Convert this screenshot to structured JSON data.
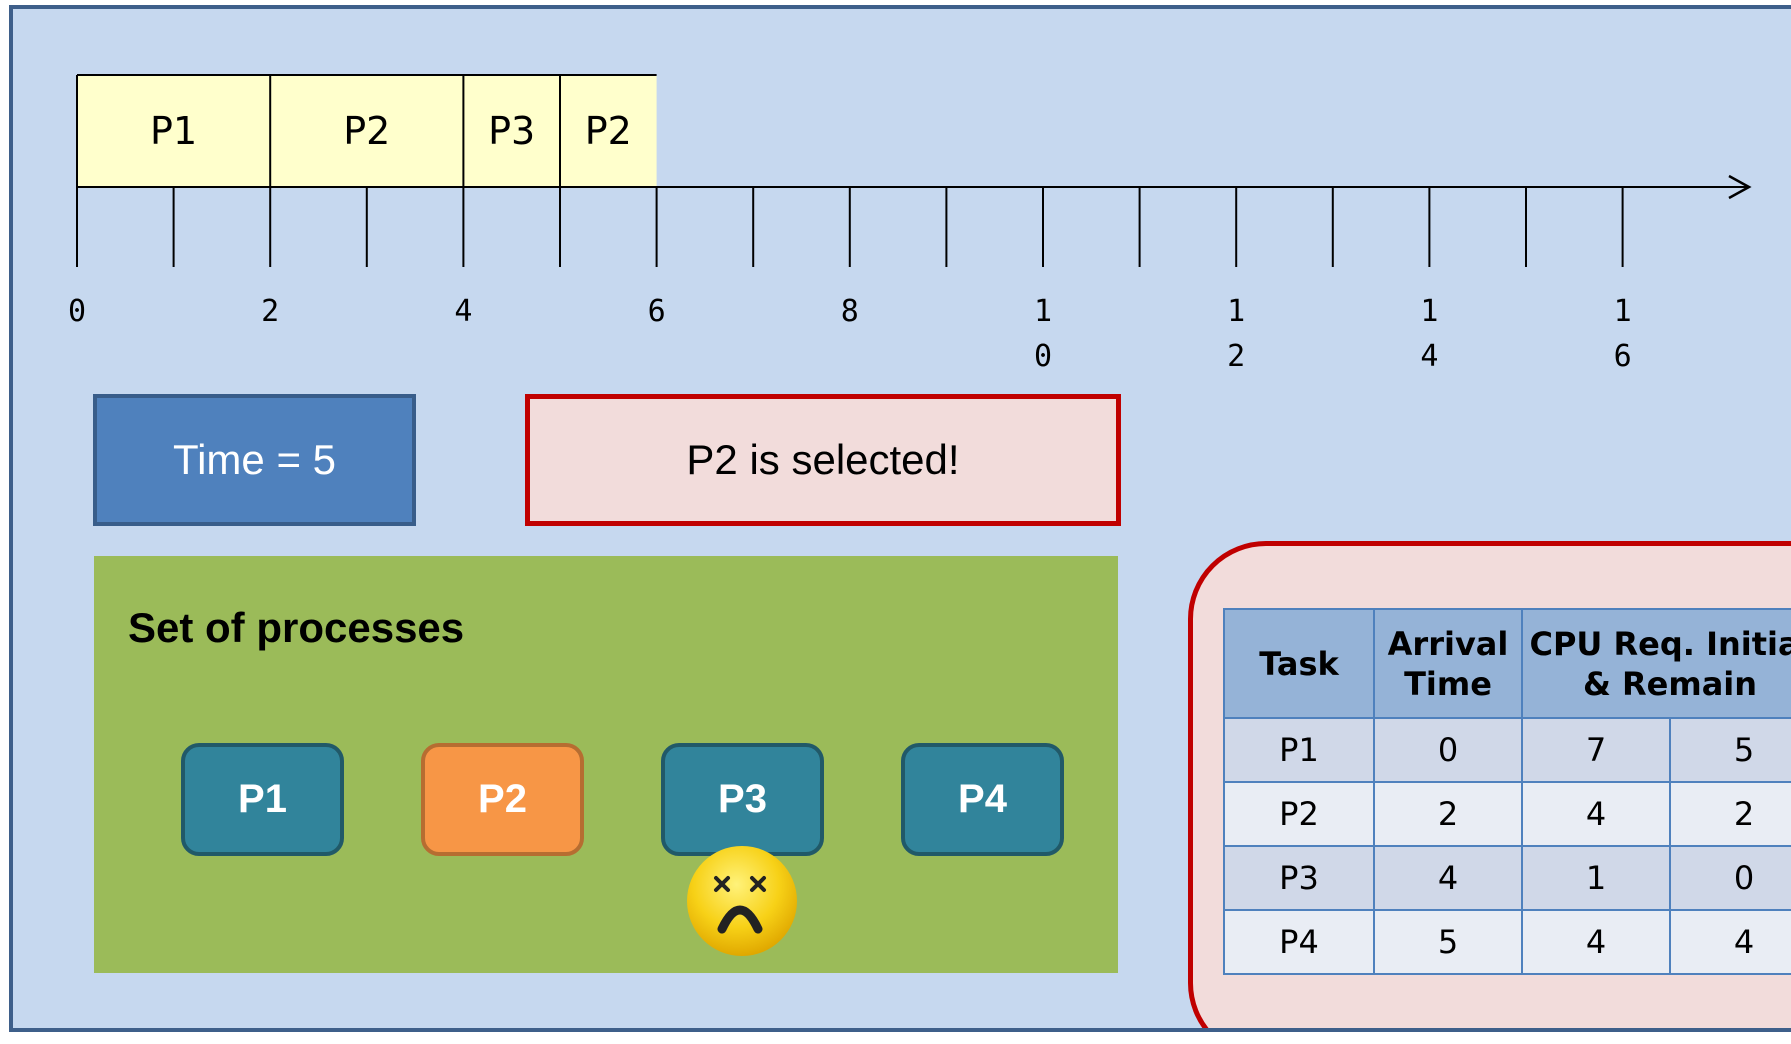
{
  "gantt": {
    "segments": [
      {
        "label": "P1",
        "start": 0,
        "end": 2
      },
      {
        "label": "P2",
        "start": 2,
        "end": 4
      },
      {
        "label": "P3",
        "start": 4,
        "end": 5
      },
      {
        "label": "P2",
        "start": 5,
        "end": 6
      }
    ],
    "tick_count": 17,
    "tick_labels": [
      {
        "value": 0,
        "text": "0"
      },
      {
        "value": 2,
        "text": "2"
      },
      {
        "value": 4,
        "text": "4"
      },
      {
        "value": 6,
        "text": "6"
      },
      {
        "value": 8,
        "text": "8"
      },
      {
        "value": 10,
        "text": "10"
      },
      {
        "value": 12,
        "text": "12"
      },
      {
        "value": 14,
        "text": "14"
      },
      {
        "value": 16,
        "text": "16"
      }
    ],
    "segment_fill": "#ffffcc"
  },
  "status": {
    "time_label": "Time = 5",
    "message": "P2 is selected!"
  },
  "process_panel": {
    "title": "Set of processes",
    "processes": [
      {
        "label": "P1",
        "state": "idle"
      },
      {
        "label": "P2",
        "state": "selected"
      },
      {
        "label": "P3",
        "state": "idle"
      },
      {
        "label": "P4",
        "state": "idle"
      }
    ],
    "face_icon": "sad-face-icon under P3"
  },
  "table": {
    "headers": {
      "task": "Task",
      "arrival": "Arrival Time",
      "cpu": "CPU Req. Initial & Remain"
    },
    "rows": [
      {
        "task": "P1",
        "arrival": "0",
        "initial": "7",
        "remain": "5"
      },
      {
        "task": "P2",
        "arrival": "2",
        "initial": "4",
        "remain": "2"
      },
      {
        "task": "P3",
        "arrival": "4",
        "initial": "1",
        "remain": "0"
      },
      {
        "task": "P4",
        "arrival": "5",
        "initial": "4",
        "remain": "4"
      }
    ]
  },
  "colors": {
    "background": "#c6d8ef",
    "selected": "#f79646",
    "idle": "#31849b",
    "panel": "#9bbb59",
    "alert_border": "#c00000"
  }
}
